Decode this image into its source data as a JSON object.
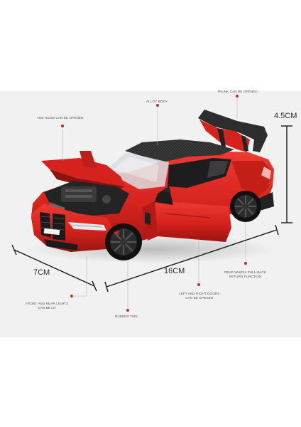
{
  "callouts": {
    "hood": "THE HOOD CAN BE OPENED",
    "alloy_body": "ALLOY BODY",
    "trunk": "TRUNK CAN BE OPENED",
    "lights_line1": "FRONT AND REAR LIGHTS",
    "lights_line2": "CAN BE LIT",
    "rubber_tire": "RUBBER TIRE",
    "doors_line1": "LEFT AND RIGHT DOORS",
    "doors_line2": "CAN BE OPENED",
    "pullback_line1": "REAR WHEEL PULL-BACK",
    "pullback_line2": "RETURN FUNCTION"
  },
  "dimensions": {
    "height": "4.5CM",
    "width": "7CM",
    "length": "16CM"
  },
  "colors": {
    "stage_background": "#f1f1f1",
    "car_body": "#d5221d",
    "carbon_roof": "#2b2b2b",
    "marker_red": "#c0282a",
    "dimension_line": "#1a1a1a"
  }
}
